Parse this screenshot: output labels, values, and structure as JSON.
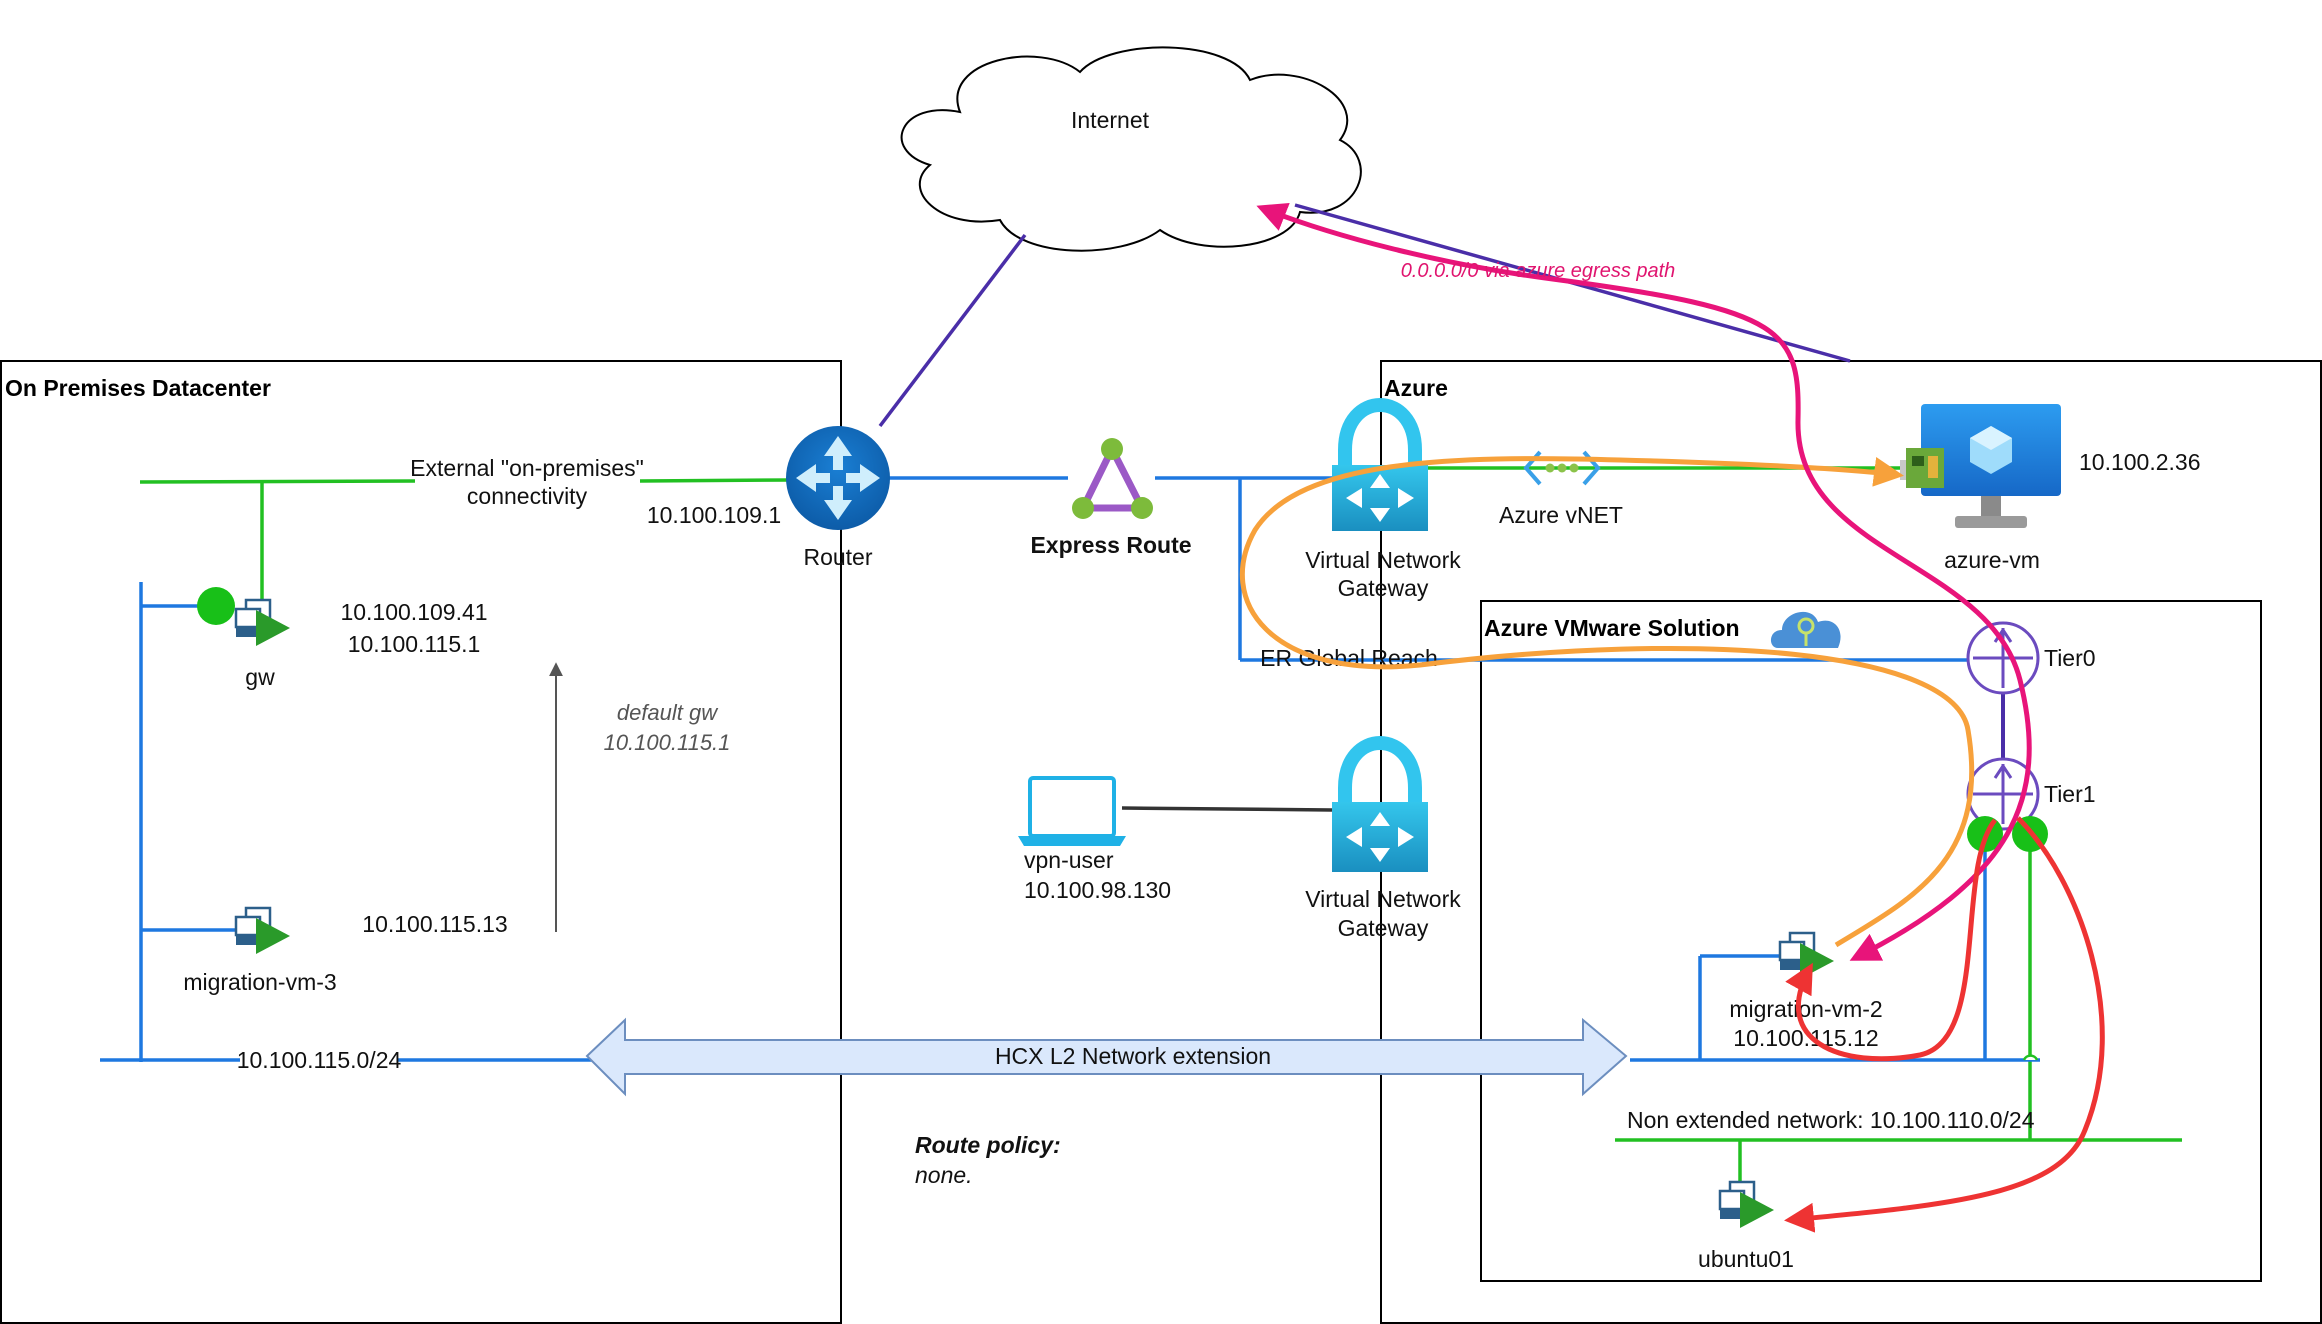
{
  "zones": {
    "onprem": "On Premises Datacenter",
    "azure": "Azure",
    "avs": "Azure VMware Solution"
  },
  "cloud": {
    "label": "Internet"
  },
  "router": {
    "label": "Router",
    "ip": "10.100.109.1"
  },
  "external_conn": {
    "line1": "External \"on-premises\"",
    "line2": "connectivity"
  },
  "gw": {
    "label": "gw",
    "ip1": "10.100.109.41",
    "ip2": "10.100.115.1"
  },
  "default_gw": {
    "line1": "default gw",
    "line2": "10.100.115.1"
  },
  "migration_vm_3": {
    "label": "migration-vm-3",
    "ip": "10.100.115.13"
  },
  "subnet_label": "10.100.115.0/24",
  "express_route": {
    "label": "Express Route"
  },
  "vng_top": {
    "line1": "Virtual Network",
    "line2": "Gateway"
  },
  "vng_bottom": {
    "line1": "Virtual Network",
    "line2": "Gateway"
  },
  "vnet": {
    "label": "Azure vNET"
  },
  "azure_vm": {
    "label": "azure-vm",
    "ip": "10.100.2.36"
  },
  "egress_label": "0.0.0.0/0 via azure egress path",
  "global_reach": "ER Global Reach",
  "tier0": "Tier0",
  "tier1": "Tier1",
  "vpn_user": {
    "label": "vpn-user",
    "ip": "10.100.98.130"
  },
  "hcx": {
    "label": "HCX L2 Network extension"
  },
  "migration_vm_2": {
    "label": "migration-vm-2",
    "ip": "10.100.115.12"
  },
  "non_extended": "Non extended network: 10.100.110.0/24",
  "ubuntu": {
    "label": "ubuntu01"
  },
  "route_policy": {
    "title": "Route policy:",
    "value": "none."
  },
  "colors": {
    "blue_net": "#1e78e0",
    "green_net": "#22c022",
    "purple": "#4a2ea8",
    "pink": "#e8147a",
    "orange": "#f7a13b",
    "red": "#ee3333",
    "hcx_fill": "#dae8fc",
    "hcx_stroke": "#6c8ebf"
  }
}
